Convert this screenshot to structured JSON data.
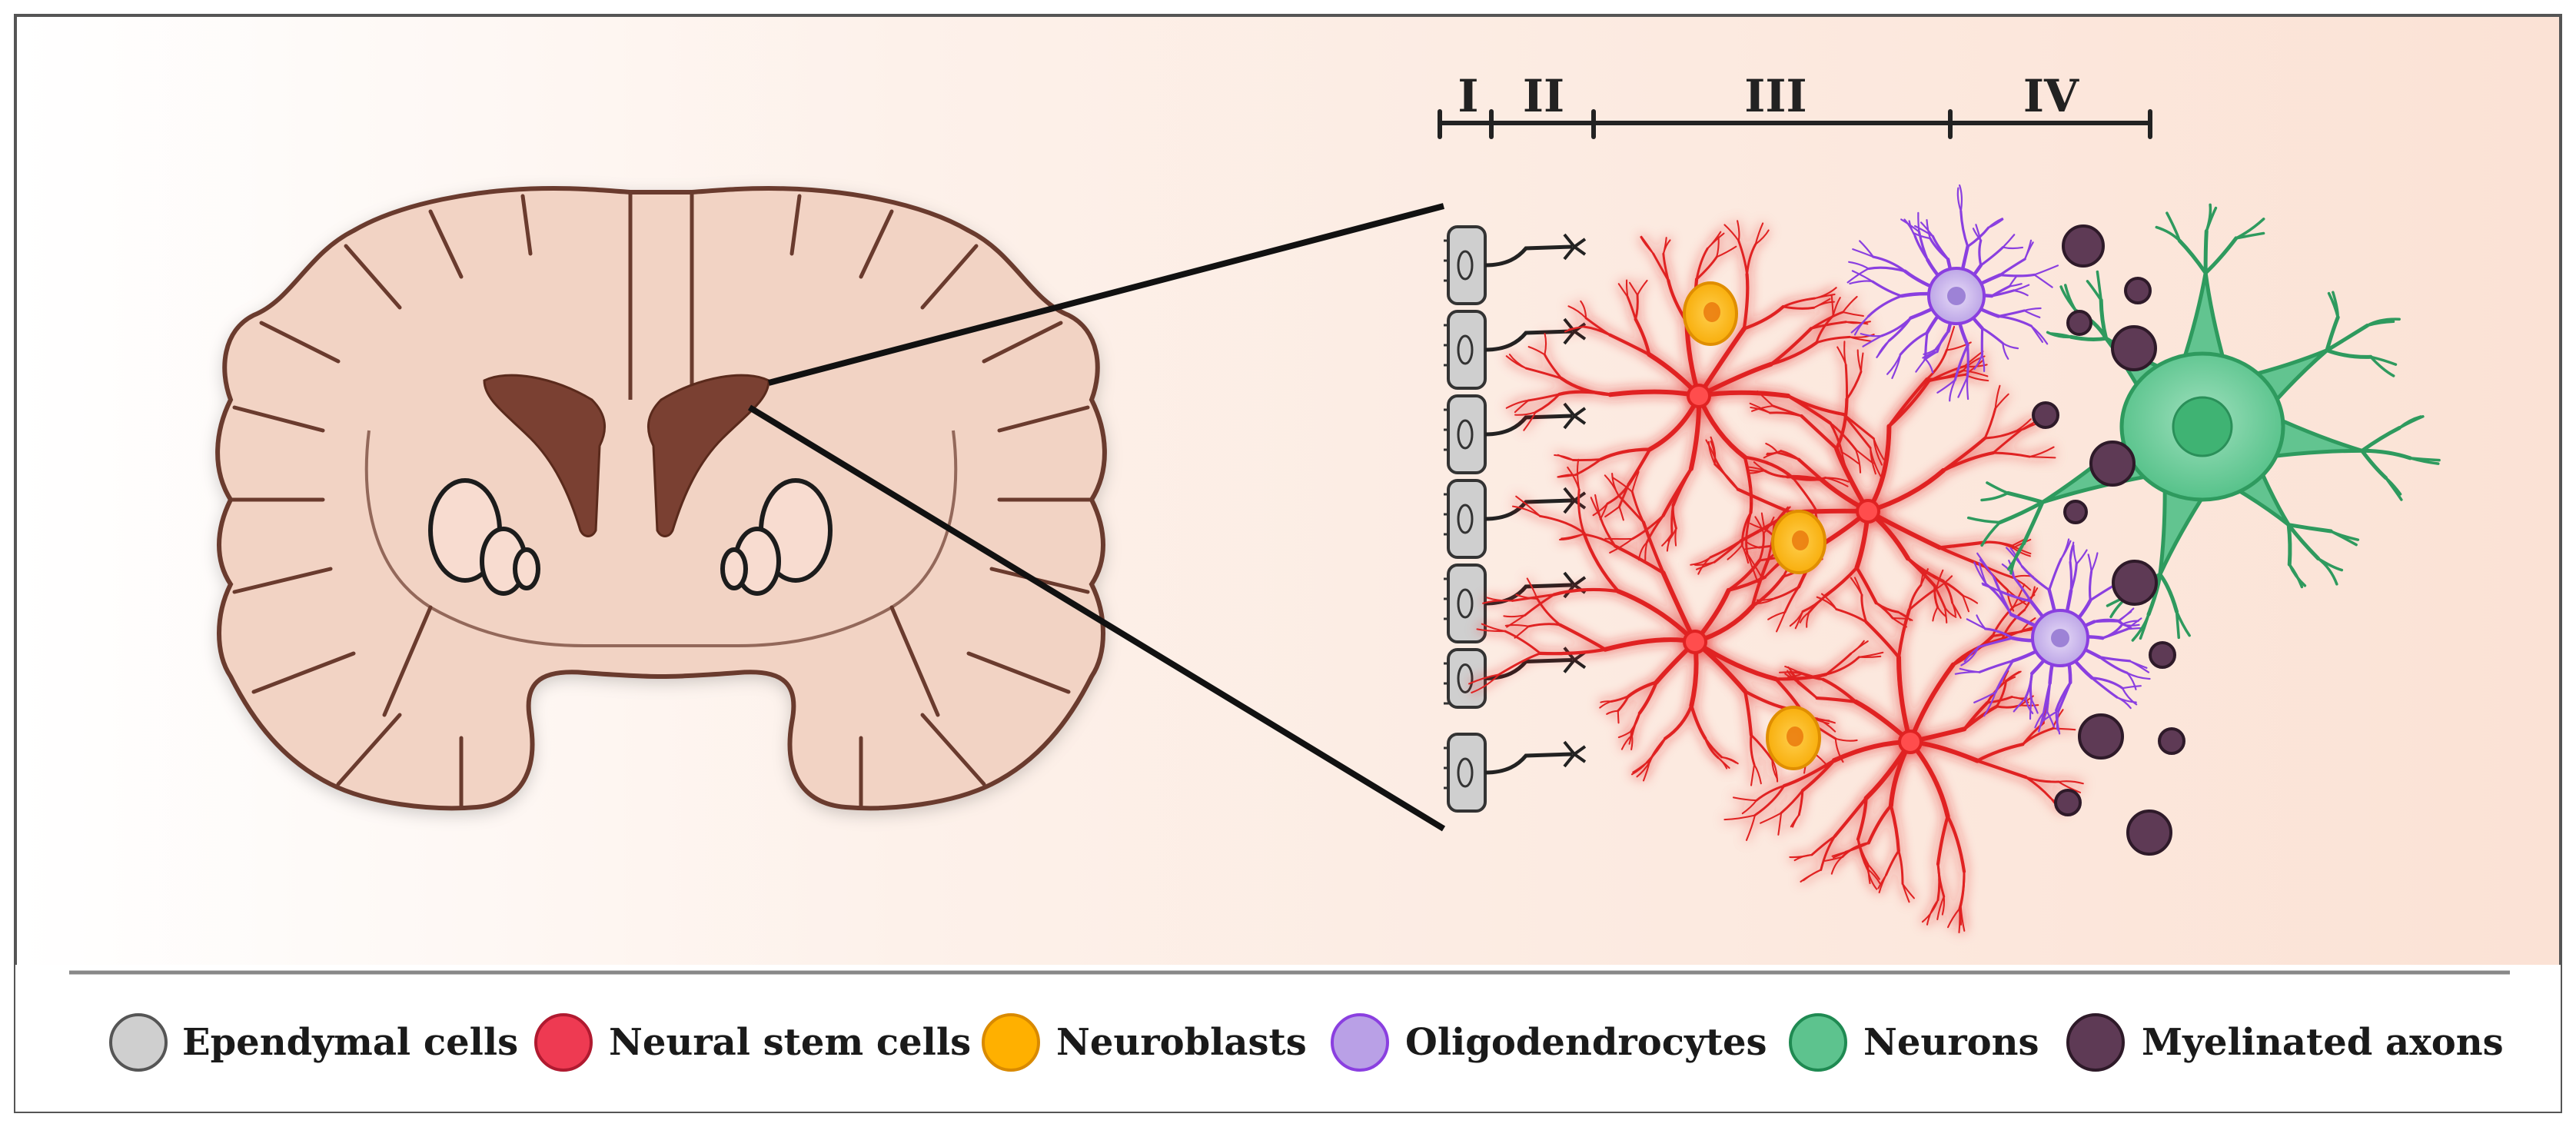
{
  "zones": [
    "I",
    "II",
    "III",
    "IV"
  ],
  "legend": [
    {
      "label": "Ependymal cells",
      "fill": "#cfcfcf",
      "stroke": "#555555"
    },
    {
      "label": "Neural stem cells",
      "fill": "#ee3a52",
      "stroke": "#b01a30"
    },
    {
      "label": "Neuroblasts",
      "fill": "#ffb000",
      "stroke": "#d98a00"
    },
    {
      "label": "Oligodendrocytes",
      "fill": "#b9a0e6",
      "stroke": "#8a3fe0"
    },
    {
      "label": "Neurons",
      "fill": "#5dc38e",
      "stroke": "#1f8a52"
    },
    {
      "label": "Myelinated axons",
      "fill": "#5e3a55",
      "stroke": "#2e1a29"
    }
  ],
  "colors": {
    "brain_fill": "#f2d3c4",
    "brain_stroke": "#6b3a2e",
    "ventricle": "#7a4030",
    "background_warm": "#fbe4d8",
    "stem_cell": "#e02020",
    "oligodendrocyte": "#8a3fe0",
    "neuron": "#2e9a5e"
  }
}
